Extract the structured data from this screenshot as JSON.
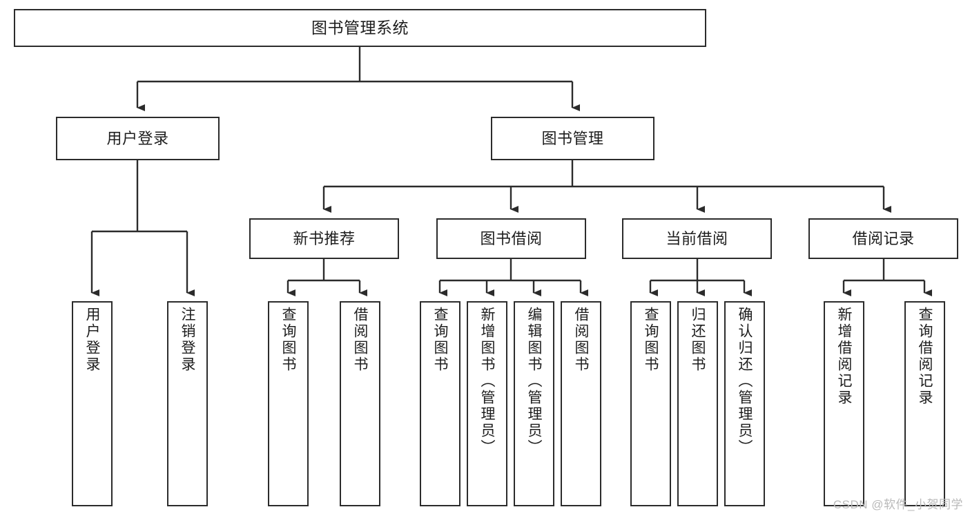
{
  "diagram": {
    "type": "tree",
    "title": "图书管理系统",
    "orientation": "top-down",
    "colors": {
      "box_border": "#2b2b2b",
      "box_fill": "#ffffff",
      "line": "#2b2b2b",
      "text": "#1d1d1d",
      "watermark": "#b9b9b9",
      "background": "#ffffff"
    },
    "root": {
      "label": "图书管理系统"
    },
    "level2": [
      {
        "label": "用户登录"
      },
      {
        "label": "图书管理"
      }
    ],
    "level3": [
      {
        "label": "新书推荐"
      },
      {
        "label": "图书借阅"
      },
      {
        "label": "当前借阅"
      },
      {
        "label": "借阅记录"
      }
    ],
    "leaves": {
      "user_login": [
        {
          "label": "用户登录"
        },
        {
          "label": "注销登录"
        }
      ],
      "new_book_recommend": [
        {
          "label": "查询图书"
        },
        {
          "label": "借阅图书"
        }
      ],
      "book_borrow": [
        {
          "label": "查询图书"
        },
        {
          "label": "新增图书（管理员）"
        },
        {
          "label": "编辑图书（管理员）"
        },
        {
          "label": "借阅图书"
        }
      ],
      "current_borrow": [
        {
          "label": "查询图书"
        },
        {
          "label": "归还图书"
        },
        {
          "label": "确认归还（管理员）"
        }
      ],
      "borrow_record": [
        {
          "label": "新增借阅记录"
        },
        {
          "label": "查询借阅记录"
        }
      ]
    }
  },
  "watermark": {
    "text": "CSDN @软件_小贺同学"
  }
}
